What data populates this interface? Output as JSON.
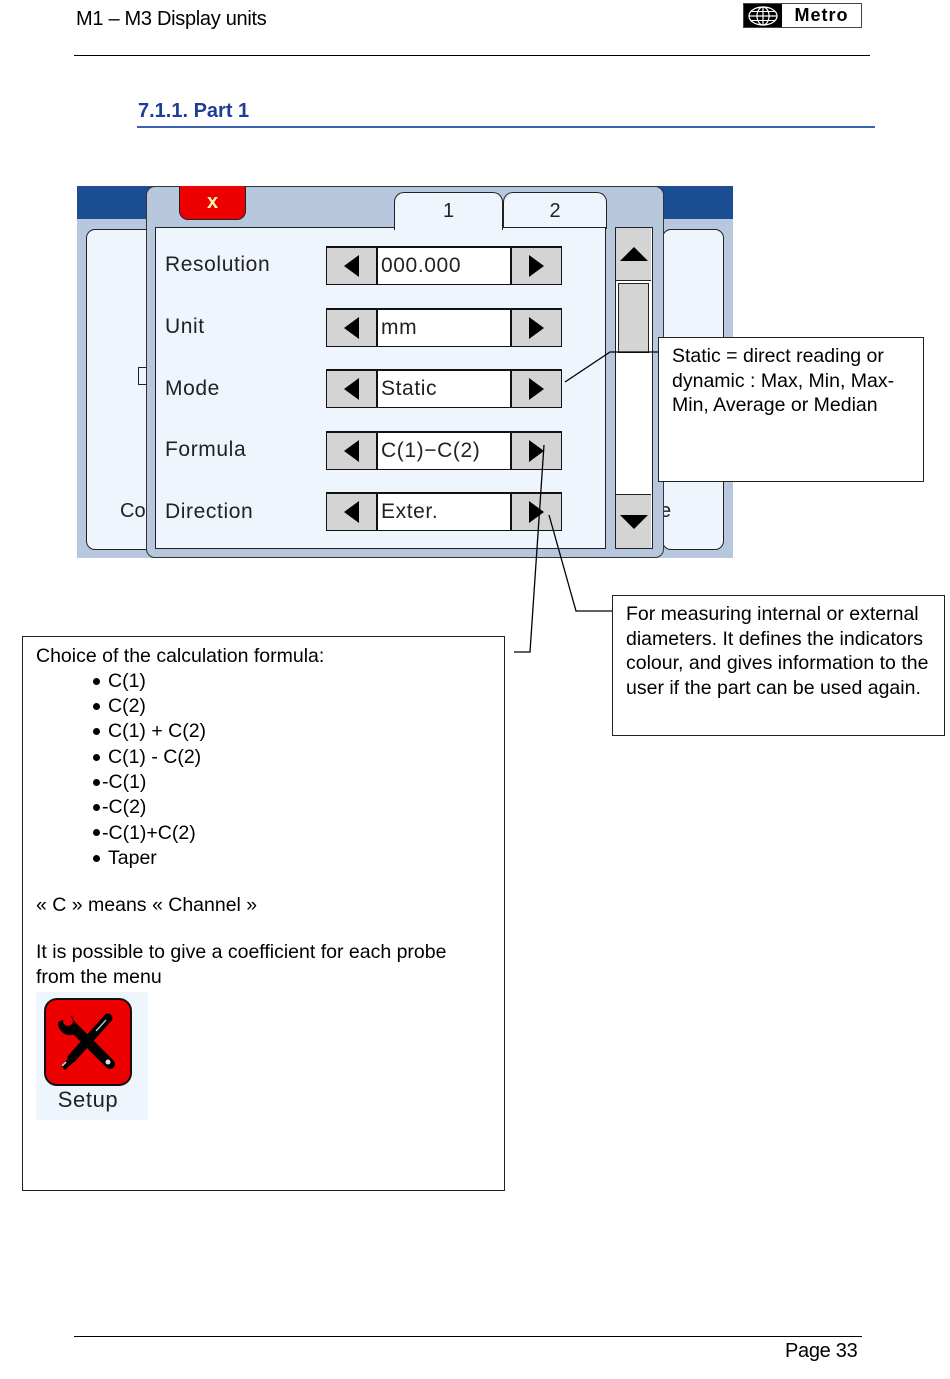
{
  "header": {
    "title": "M1 – M3 Display units",
    "logo_text": "Metro"
  },
  "section": {
    "title": "7.1.1.  Part 1"
  },
  "screen": {
    "background_fragments": {
      "left_bottom": "Co",
      "right_bottom": "e"
    },
    "close_label": "x",
    "tabs": [
      {
        "label": "1",
        "active": true
      },
      {
        "label": "2",
        "active": false
      }
    ],
    "rows": [
      {
        "label": "Resolution",
        "value": "000.000"
      },
      {
        "label": "Unit",
        "value": "mm"
      },
      {
        "label": "Mode",
        "value": "Static"
      },
      {
        "label": "Formula",
        "value": "C(1)−C(2)"
      },
      {
        "label": "Direction",
        "value": "Exter."
      }
    ],
    "colors": {
      "title_band": "#1c4e93",
      "frame": "#b7c7dd",
      "panel": "#eef5fd",
      "close": "#ee0000",
      "button": "#d4d4d4"
    }
  },
  "callouts": {
    "mode": "Static = direct reading or dynamic : Max, Min, Max-Min, Average or Median",
    "direction": "For measuring internal or external diameters. It defines the indicators colour, and gives information to the user if the part can be used again.",
    "formula": {
      "intro": "Choice of the calculation formula:",
      "options": [
        "C(1)",
        "C(2)",
        "C(1) + C(2)",
        "C(1) - C(2)",
        "-C(1)",
        "-C(2)",
        "-C(1)+C(2)",
        "Taper"
      ],
      "note": "« C » means « Channel »",
      "coefficient_text": "It is possible to give a coefficient for each probe from the menu",
      "setup_label": "Setup"
    }
  },
  "footer": {
    "page": "Page 33"
  },
  "colors": {
    "section_title": "#1f3e93",
    "section_rule": "#3a62ad"
  }
}
